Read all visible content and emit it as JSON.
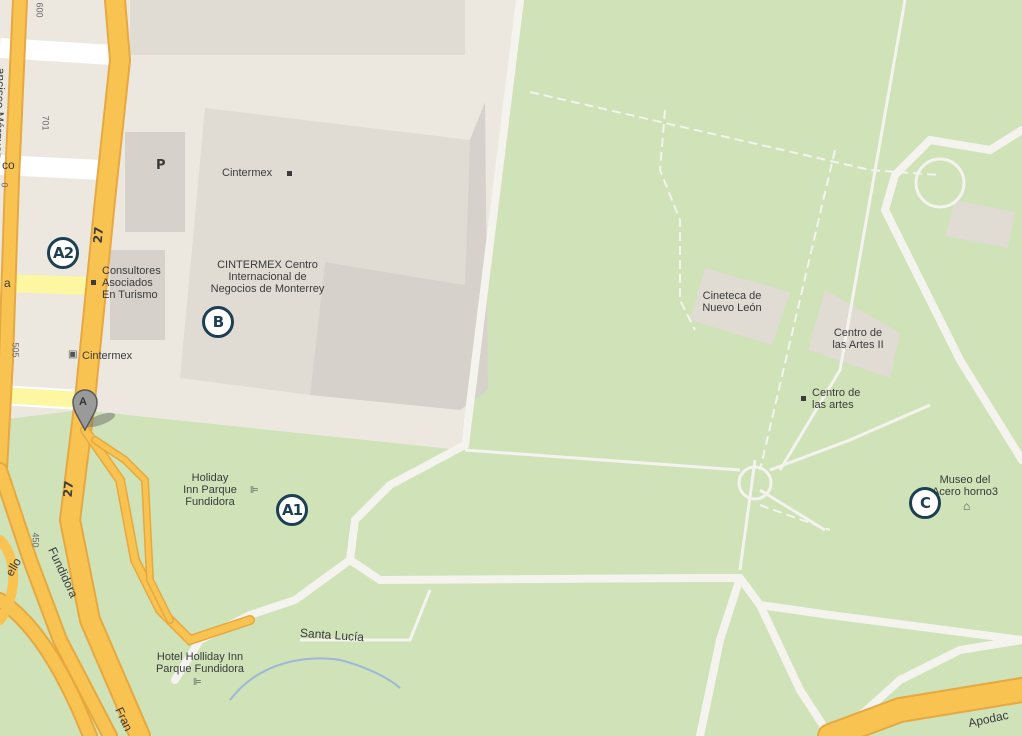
{
  "colors": {
    "urban": "#ece8e0",
    "building": "#e0dcd4",
    "building_dark": "#d6d2cb",
    "park": "#cfe2b8",
    "road_major": "#f9c352",
    "road_major_edge": "#e6a840",
    "road_yellow": "#fcf7a0",
    "badge_border": "#1c3f52"
  },
  "badges": [
    {
      "id": "A2",
      "label": "A2"
    },
    {
      "id": "B",
      "label": "B"
    },
    {
      "id": "A1",
      "label": "A1"
    },
    {
      "id": "C",
      "label": "C"
    }
  ],
  "pin": {
    "label": "A"
  },
  "labels": {
    "cintermex_top": "Cintermex",
    "cintermex_center": "CINTERMEX Centro\nInternacional de\nNegocios de Monterrey",
    "consultores": "Consultores\nAsociados\nEn Turismo",
    "cintermex_transit": "Cintermex",
    "holiday_inn": "Holiday\nInn Parque\nFundidora",
    "hotel_holliday": "Hotel Holliday Inn\nParque Fundidora",
    "cineteca": "Cineteca de\nNuevo León",
    "centro_artes_ii": "Centro de\nlas Artes II",
    "centro_artes": "Centro de\nlas artes",
    "museo": "Museo del\nAcero horno3",
    "parking": "P"
  },
  "streets": {
    "francisco_marquez": "ancisco Márquez",
    "fundidora": "Fundidora",
    "fran": "Fran",
    "santa_lucia": "Santa Lucía",
    "apodaca": "Apodac",
    "ello": "ello",
    "co": "co",
    "a": "a"
  },
  "road_numbers": {
    "r27_top": "27",
    "r27_bottom": "27"
  },
  "address_numbers": {
    "n600": "600",
    "n701": "701",
    "n505": "505",
    "n450": "450",
    "n0": "0"
  }
}
